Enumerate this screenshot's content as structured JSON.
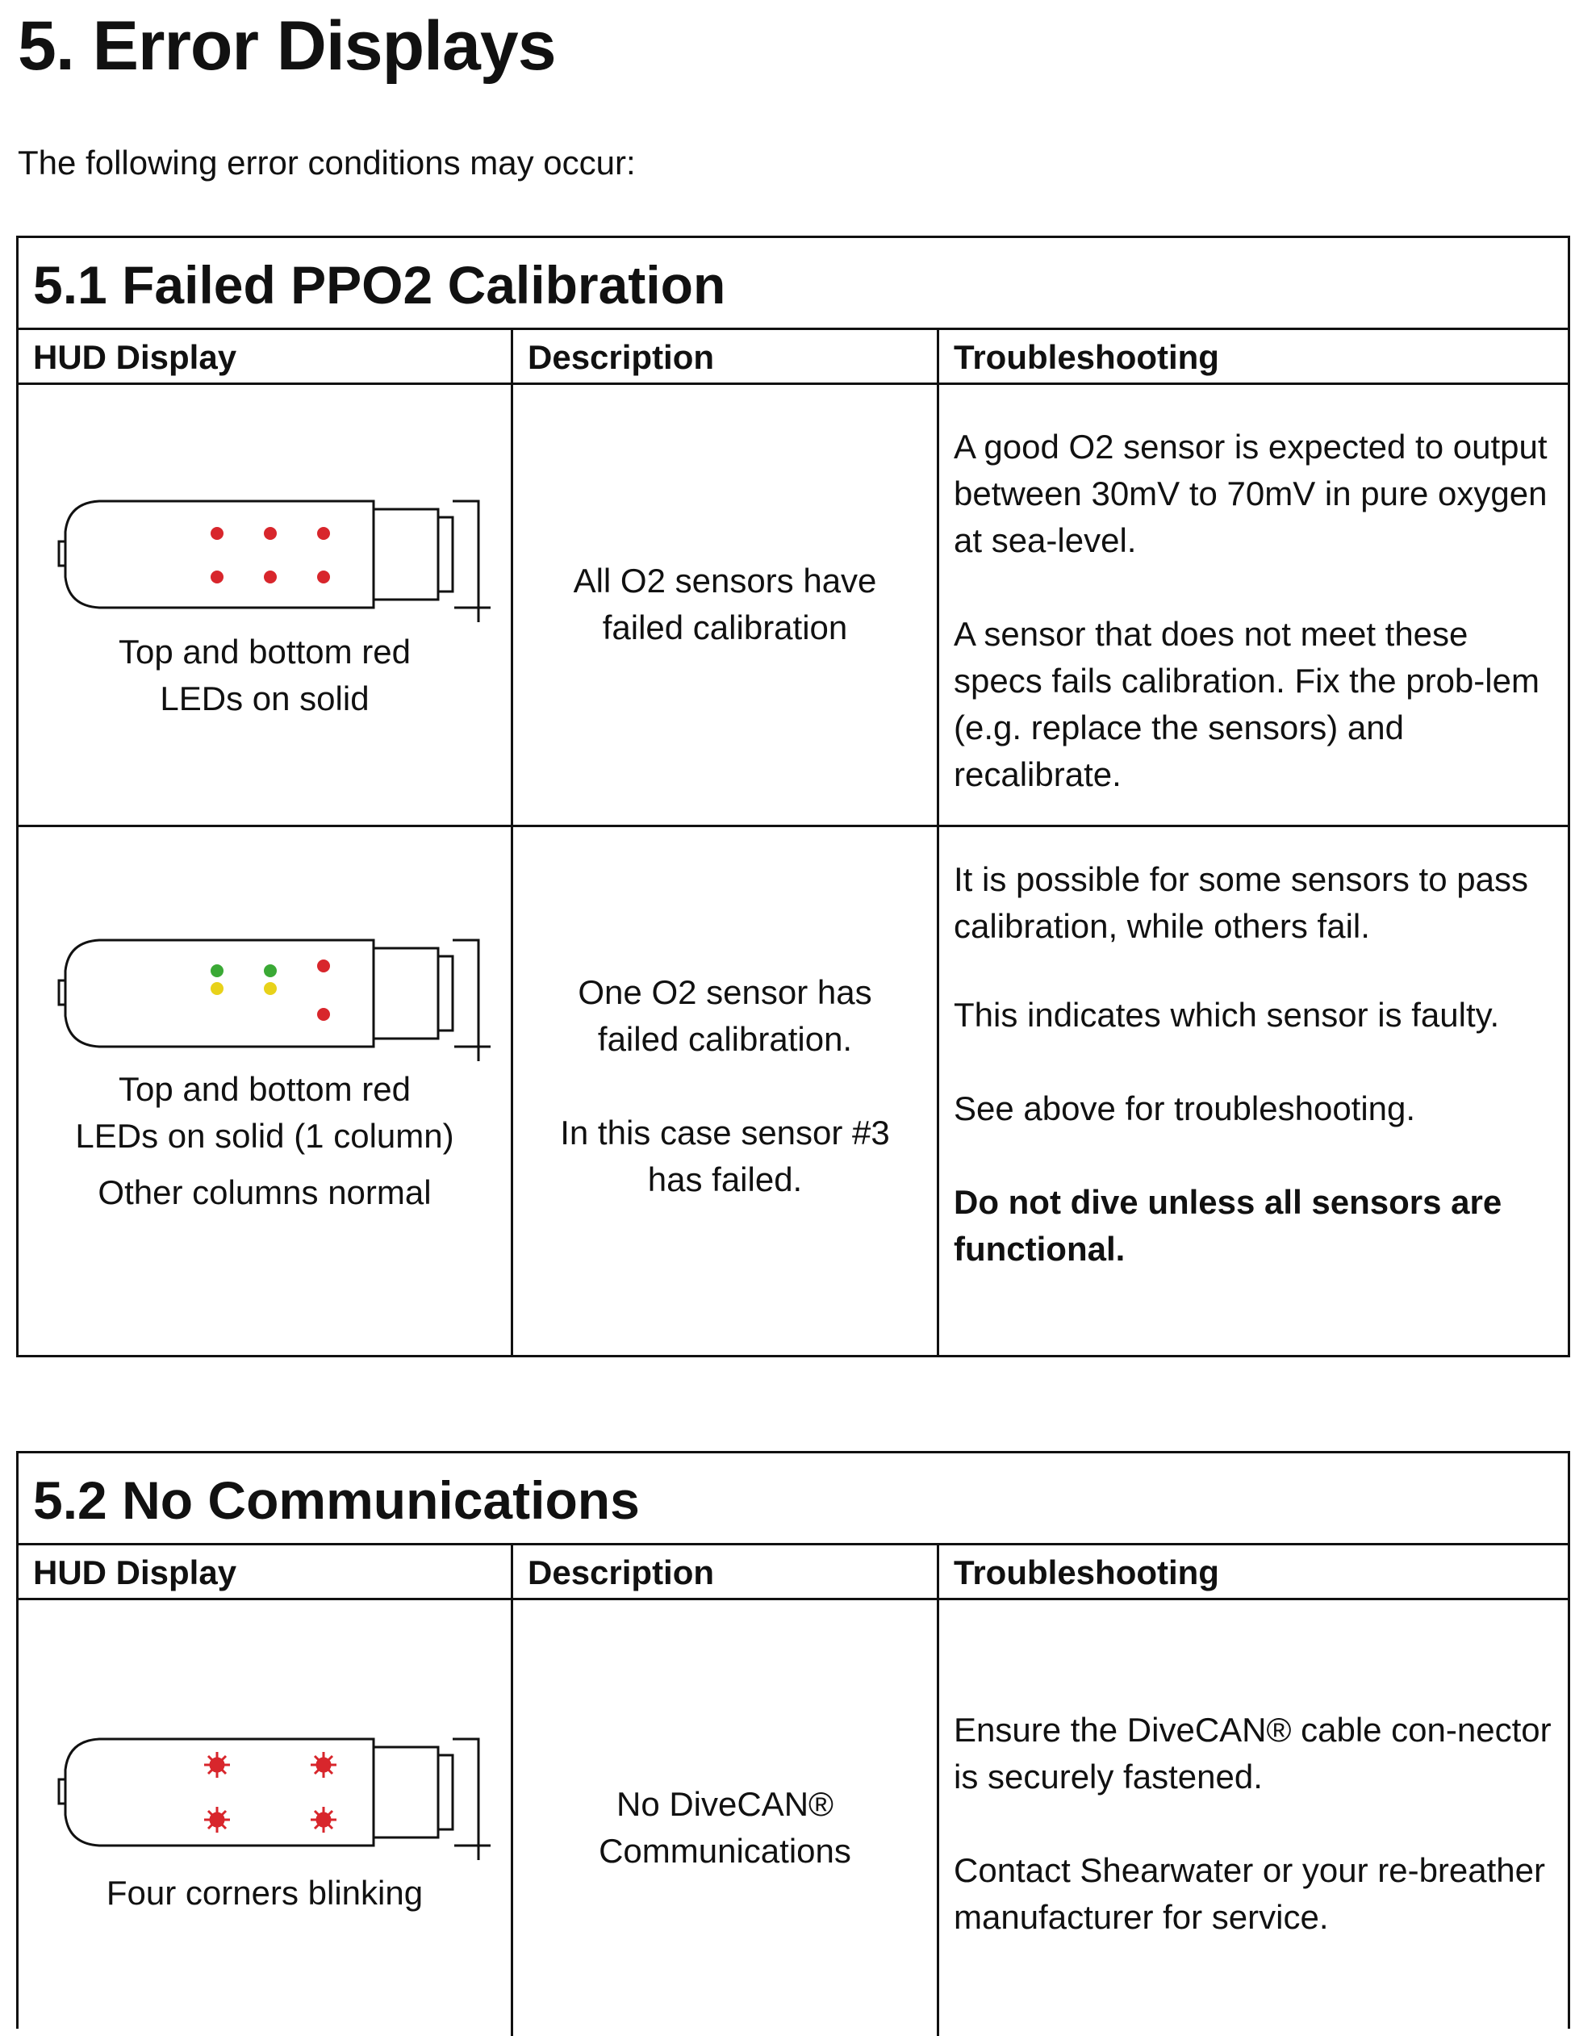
{
  "page": {
    "title": "5. Error Displays",
    "intro": "The following error conditions may occur:"
  },
  "section1": {
    "title": "5.1 Failed PPO2 Calibration",
    "headers": [
      "HUD Display",
      "Description",
      "Troubleshooting"
    ],
    "rows": [
      {
        "caption": [
          "Top and bottom red",
          "LEDs on solid"
        ],
        "description": [
          "All O2 sensors have",
          "failed calibration"
        ],
        "trouble": [
          "A good O2 sensor is expected to output between 30mV to 70mV in pure oxygen at sea-level.",
          "A sensor that does not meet these specs fails calibration. Fix the prob-lem (e.g. replace the sensors) and recalibrate."
        ]
      },
      {
        "caption": [
          "Top and bottom red",
          "LEDs on solid (1 column)",
          "Other columns normal"
        ],
        "description": [
          "One O2 sensor has",
          "failed calibration.",
          "In this case sensor #3",
          "has failed."
        ],
        "trouble": [
          "It is possible for some sensors to pass calibration, while others fail.",
          "This indicates which sensor is faulty.",
          "See above for troubleshooting."
        ],
        "warning": "Do not dive unless all sensors are functional."
      }
    ]
  },
  "section2": {
    "title": "5.2 No Communications",
    "headers": [
      "HUD Display",
      "Description",
      "Troubleshooting"
    ],
    "rows": [
      {
        "caption": [
          "Four corners blinking"
        ],
        "description": [
          "No DiveCAN®",
          "Communications"
        ],
        "trouble": [
          "Ensure the DiveCAN® cable con-nector is securely fastened.",
          "Contact Shearwater or your re-breather manufacturer for service."
        ]
      }
    ]
  },
  "colors": {
    "led_red": "#d8262c",
    "led_green": "#3aa935",
    "led_yellow": "#e8d21a",
    "ink": "#111111"
  },
  "icons": {
    "hud": "hud-device-icon"
  }
}
